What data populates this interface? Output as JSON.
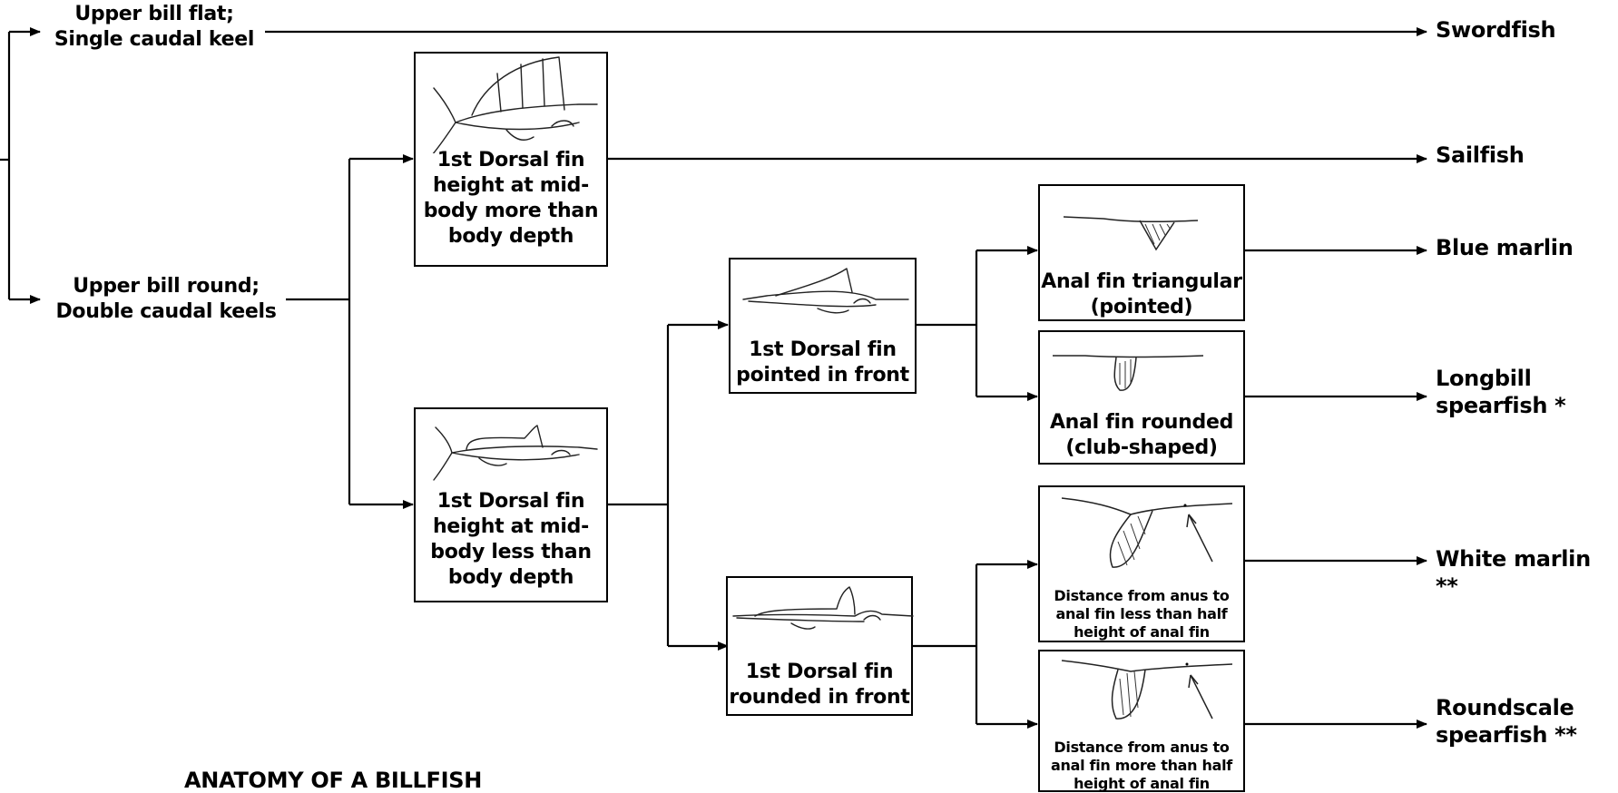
{
  "diagram": {
    "entry_labels": {
      "upper_bill_flat": [
        "Upper bill flat;",
        "Single caudal keel"
      ],
      "upper_bill_round": [
        "Upper bill round;",
        "Double caudal keels"
      ]
    },
    "boxes": {
      "dorsal_more": [
        "1st Dorsal fin",
        "height at mid-",
        "body more than",
        "body depth"
      ],
      "dorsal_less": [
        "1st Dorsal fin",
        "height at mid-",
        "body less than",
        "body depth"
      ],
      "pointed_front": [
        "1st Dorsal fin",
        "pointed in front"
      ],
      "rounded_front": [
        "1st Dorsal fin",
        "rounded in front"
      ],
      "anal_triangular": [
        "Anal fin triangular",
        "(pointed)"
      ],
      "anal_rounded": [
        "Anal fin rounded",
        "(club-shaped)"
      ],
      "distance_less": [
        "Distance from anus to",
        "anal fin less than half",
        "height of anal fin"
      ],
      "distance_more": [
        "Distance from anus to",
        "anal fin more than half",
        "height of anal fin"
      ]
    },
    "results": {
      "swordfish": "Swordfish",
      "sailfish": "Sailfish",
      "blue_marlin": "Blue marlin",
      "longbill": [
        "Longbill",
        "spearfish *"
      ],
      "white_marlin": "White marlin **",
      "roundscale": [
        "Roundscale",
        "spearfish **"
      ]
    },
    "footer_title": "ANATOMY OF A BILLFISH"
  }
}
